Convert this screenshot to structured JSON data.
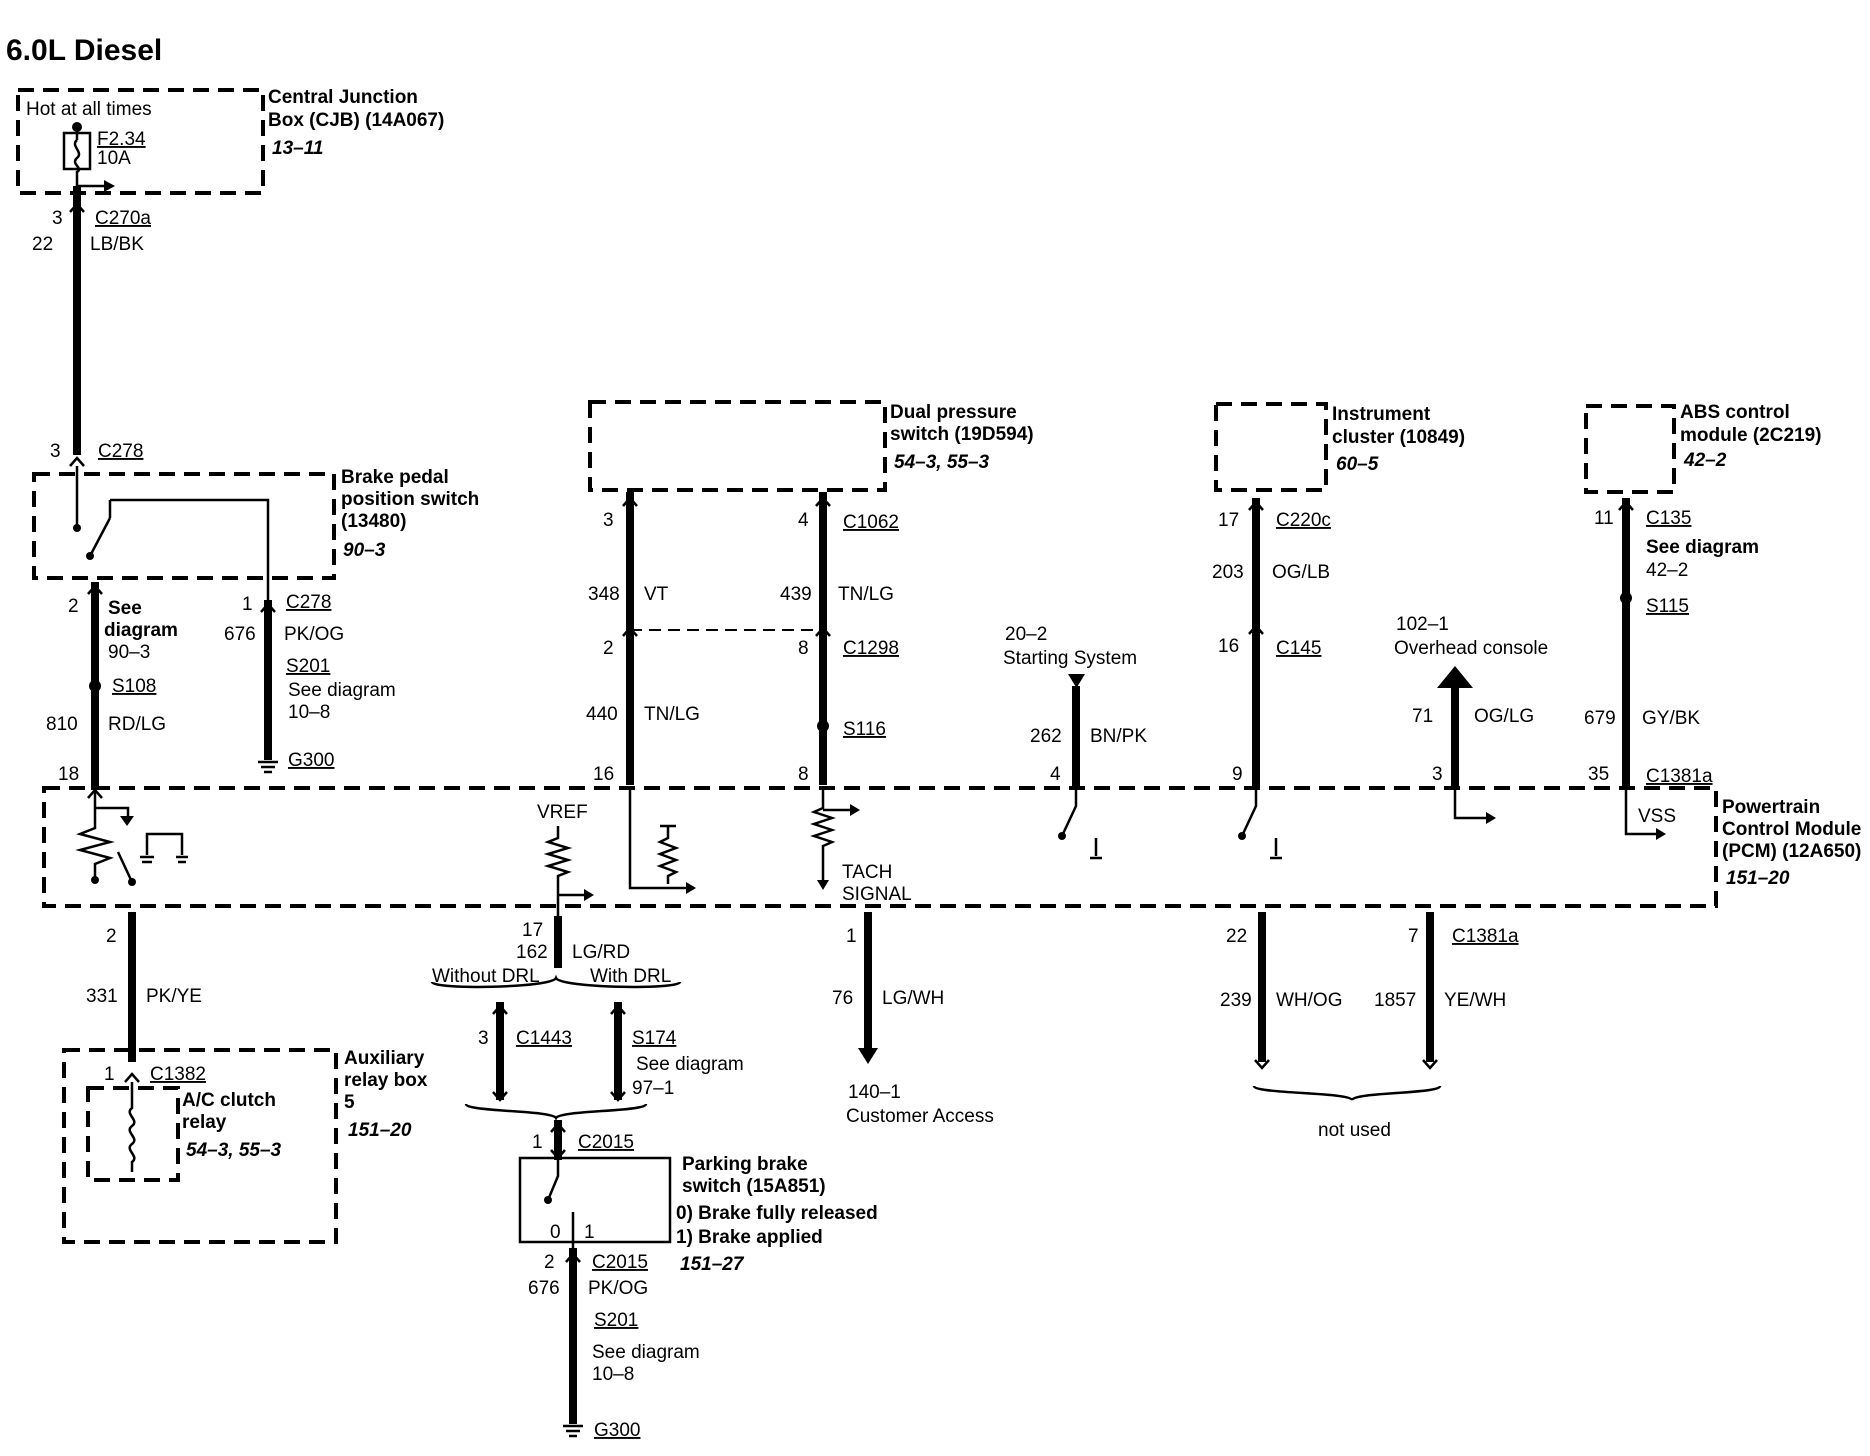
{
  "title": "6.0L Diesel",
  "cjb": {
    "hot": "Hot at all times",
    "fuse_id": "F2.34",
    "fuse_amp": "10A",
    "name_1": "Central Junction",
    "name_2": "Box (CJB) (14A067)",
    "ref": "13–11"
  },
  "cjb_wire": {
    "pin_top": "3",
    "connector": "C270a",
    "circuit": "22",
    "color": "LB/BK"
  },
  "bpp": {
    "pin": "3",
    "connector": "C278",
    "name_1": "Brake pedal",
    "name_2": "position switch",
    "name_3": "(13480)",
    "ref": "90–3",
    "out_pin": "2",
    "see_1": "See",
    "see_2": "diagram",
    "see_ref": "90–3",
    "splice": "S108",
    "circuit": "810",
    "color": "RD/LG",
    "pin2": "1",
    "connector2": "C278",
    "circuit2": "676",
    "color2": "PK/OG",
    "splice2": "S201",
    "see2": "See diagram",
    "see2_ref": "10–8",
    "ground": "G300"
  },
  "dps": {
    "name_1": "Dual pressure",
    "name_2": "switch (19D594)",
    "ref": "54–3, 55–3",
    "pin_a": "3",
    "pin_b": "4",
    "connector_top": "C1062",
    "circuit_a": "348",
    "color_a": "VT",
    "circuit_b": "439",
    "color_b": "TN/LG",
    "pin_a2": "2",
    "pin_b2": "8",
    "connector_mid": "C1298",
    "circuit_a2": "440",
    "color_a2": "TN/LG",
    "splice_b": "S116",
    "pcm_pin_a": "16",
    "pcm_pin_b": "8"
  },
  "starting": {
    "ref": "20–2",
    "name": "Starting System",
    "circuit": "262",
    "color": "BN/PK",
    "pcm_pin": "4"
  },
  "ic": {
    "name_1": "Instrument",
    "name_2": "cluster (10849)",
    "ref": "60–5",
    "pin": "17",
    "connector": "C220c",
    "circuit": "203",
    "color": "OG/LB",
    "pin2": "16",
    "connector2": "C145",
    "pcm_pin": "9"
  },
  "overhead": {
    "ref": "102–1",
    "name": "Overhead console",
    "circuit": "71",
    "color": "OG/LG",
    "pcm_pin": "3"
  },
  "abs": {
    "name_1": "ABS control",
    "name_2": "module (2C219)",
    "ref": "42–2",
    "pin": "11",
    "connector": "C135",
    "see": "See diagram",
    "see_ref": "42–2",
    "splice": "S115",
    "circuit": "679",
    "color": "GY/BK",
    "pcm_pin": "35",
    "pcm_connector": "C1381a"
  },
  "pcm": {
    "pin_left": "18",
    "name_1": "Powertrain",
    "name_2": "Control Module",
    "name_3": "(PCM) (12A650)",
    "ref": "151–20",
    "vref": "VREF",
    "tach_1": "TACH",
    "tach_2": "SIGNAL",
    "vss": "VSS",
    "bottom_pin_left": "2",
    "bottom_pin_vref": "17",
    "bottom_pin_cust": "1",
    "bottom_pin_a": "22",
    "bottom_pin_b": "7",
    "bottom_connector": "C1381a"
  },
  "aux": {
    "circuit": "331",
    "color": "PK/YE",
    "pin": "1",
    "connector": "C1382",
    "relay_1": "A/C clutch",
    "relay_2": "relay",
    "relay_ref": "54–3, 55–3",
    "box_1": "Auxiliary",
    "box_2": "relay box",
    "box_3": "5",
    "box_ref": "151–20"
  },
  "vref_wire": {
    "circuit": "162",
    "color": "LG/RD",
    "without": "Without DRL",
    "with": "With DRL",
    "pin_c1443": "3",
    "c1443": "C1443",
    "s174": "S174",
    "see": "See diagram",
    "see_ref": "97–1"
  },
  "parking": {
    "pin": "1",
    "connector": "C2015",
    "name_1": "Parking brake",
    "name_2": "switch (15A851)",
    "state_0": "0) Brake fully released",
    "state_1": "1) Brake applied",
    "ref": "151–27",
    "pos0": "0",
    "pos1": "1",
    "pin2": "2",
    "connector2": "C2015",
    "circuit": "676",
    "color": "PK/OG",
    "splice": "S201",
    "see": "See diagram",
    "see_ref": "10–8",
    "ground": "G300"
  },
  "customer": {
    "circuit": "76",
    "color": "LG/WH",
    "ref": "140–1",
    "name": "Customer Access"
  },
  "unused": {
    "circuit_a": "239",
    "color_a": "WH/OG",
    "circuit_b": "1857",
    "color_b": "YE/WH",
    "note": "not used"
  }
}
